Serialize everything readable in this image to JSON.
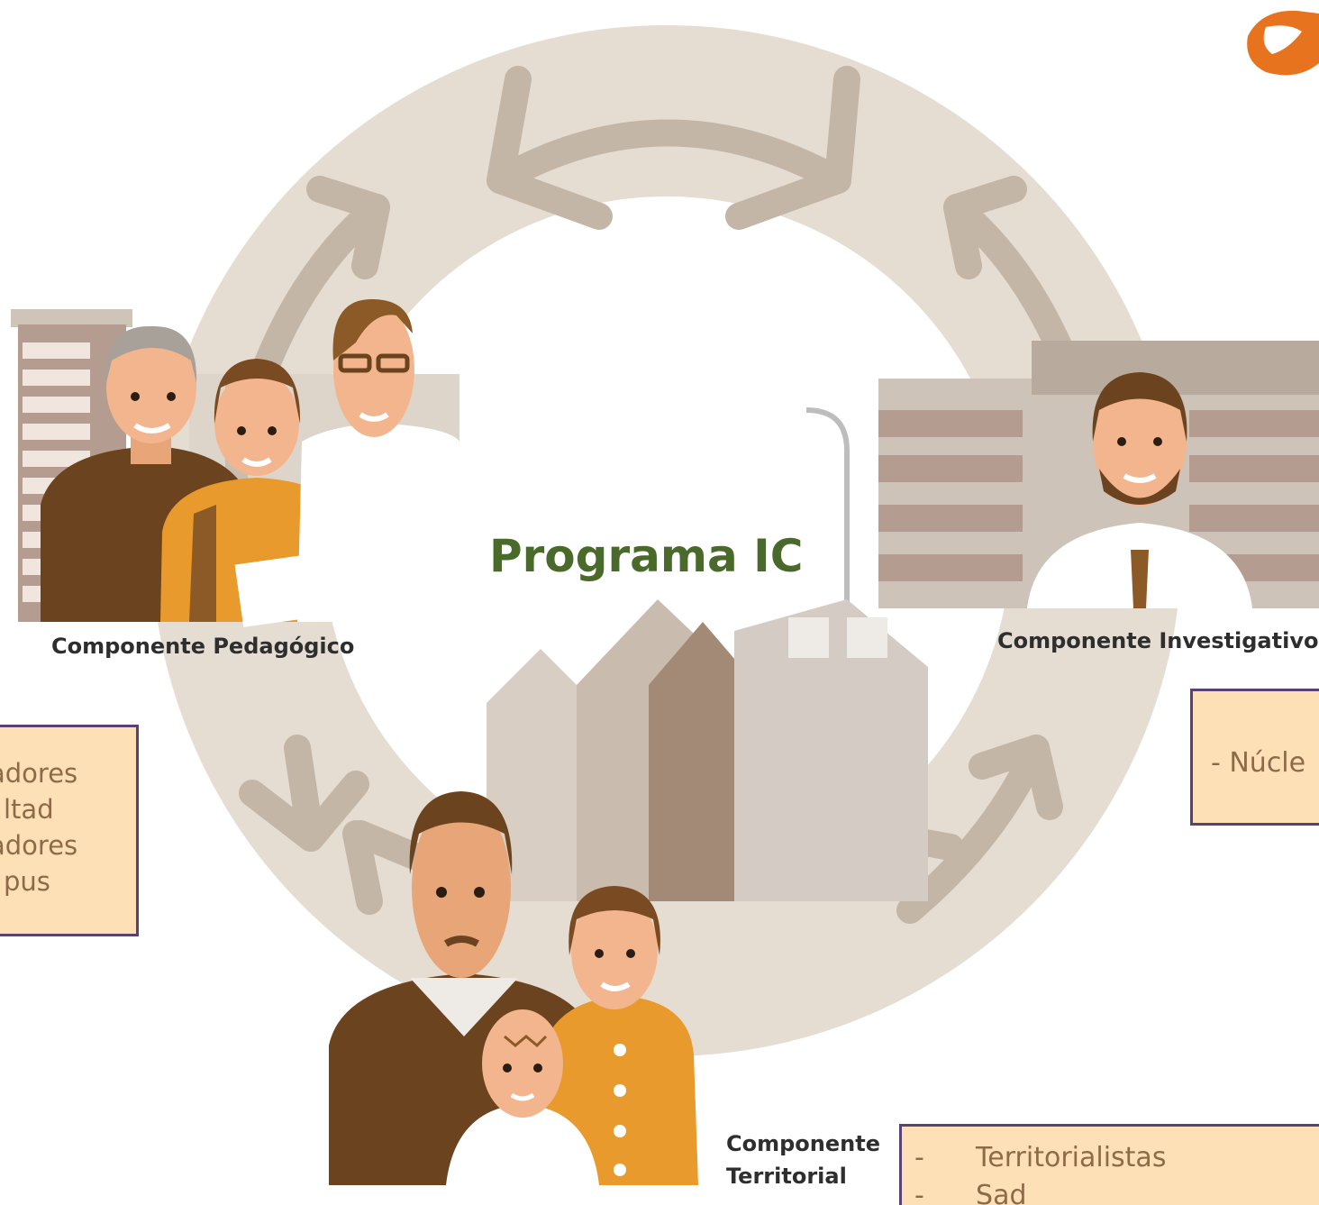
{
  "title": "Programa IC",
  "colors": {
    "ring": "#e5ddd2",
    "arrow": "#c3b6a6",
    "title": "#4a6a2c",
    "note_bg": "#fde0b6",
    "note_border": "#5a4372",
    "note_text": "#8f6a4a"
  },
  "components": {
    "pedagogico": {
      "label": "Componente Pedagógico"
    },
    "investigativo": {
      "label": "Componente Investigativo"
    },
    "territorial": {
      "label_line1": "Componente",
      "label_line2": "Territorial"
    }
  },
  "notes": {
    "left": {
      "lines": [
        "adores",
        "ltad",
        "adores",
        "pus"
      ]
    },
    "right": {
      "lines": [
        "- Núcle"
      ]
    },
    "bottom": {
      "lines": [
        "-      Territorialistas",
        "-      Sad"
      ]
    }
  },
  "logo": {
    "icon": "brand-logo-icon"
  }
}
